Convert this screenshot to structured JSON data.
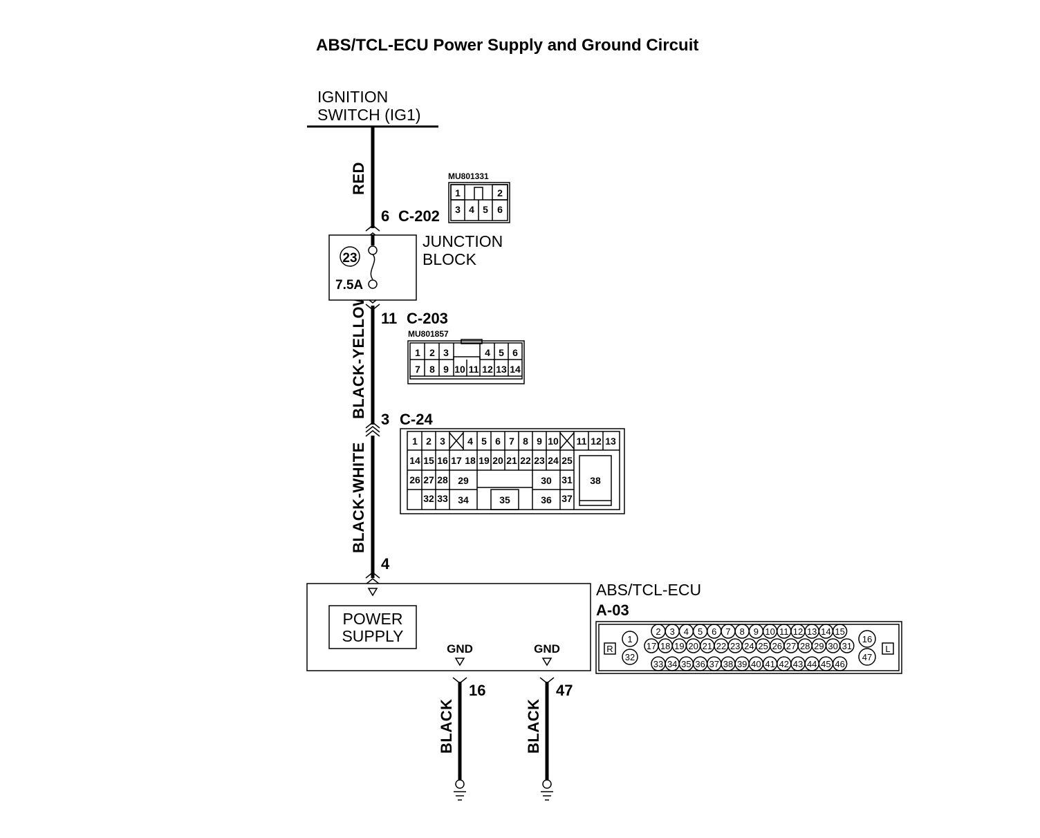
{
  "title": "ABS/TCL-ECU Power Supply and Ground Circuit",
  "ignition": {
    "line1": "IGNITION",
    "line2": "SWITCH (IG1)"
  },
  "wires": {
    "w1": "RED",
    "w2": "BLACK-YELLOW",
    "w3": "BLACK-WHITE",
    "gnd1": "BLACK",
    "gnd2": "BLACK"
  },
  "c202": {
    "pin": "6",
    "name": "C-202",
    "part": "MU801331",
    "pins": [
      "1",
      "2",
      "3",
      "4",
      "5",
      "6"
    ]
  },
  "junction": {
    "line1": "JUNCTION",
    "line2": "BLOCK",
    "fuse_no": "23",
    "fuse_rating": "7.5A"
  },
  "c203": {
    "pin": "11",
    "name": "C-203",
    "part": "MU801857",
    "pins": [
      "1",
      "2",
      "3",
      "4",
      "5",
      "6",
      "7",
      "8",
      "9",
      "10",
      "11",
      "12",
      "13",
      "14"
    ]
  },
  "c24": {
    "pin": "3",
    "name": "C-24",
    "pins": [
      "1",
      "2",
      "3",
      "4",
      "5",
      "6",
      "7",
      "8",
      "9",
      "10",
      "11",
      "12",
      "13",
      "14",
      "15",
      "16",
      "17",
      "18",
      "19",
      "20",
      "21",
      "22",
      "23",
      "24",
      "25",
      "26",
      "27",
      "28",
      "29",
      "30",
      "31",
      "32",
      "33",
      "34",
      "35",
      "36",
      "37",
      "38"
    ]
  },
  "ecu_pin": "4",
  "ecu": {
    "name": "ABS/TCL-ECU",
    "connector": "A-03",
    "power_line1": "POWER",
    "power_line2": "SUPPLY",
    "gnd_label_1": "GND",
    "gnd_label_2": "GND",
    "gnd_pin_1": "16",
    "gnd_pin_2": "47",
    "side_left": "R",
    "side_right": "L",
    "pins": [
      "1",
      "2",
      "3",
      "4",
      "5",
      "6",
      "7",
      "8",
      "9",
      "10",
      "11",
      "12",
      "13",
      "14",
      "15",
      "16",
      "17",
      "18",
      "19",
      "20",
      "21",
      "22",
      "23",
      "24",
      "25",
      "26",
      "27",
      "28",
      "29",
      "30",
      "31",
      "32",
      "33",
      "34",
      "35",
      "36",
      "37",
      "38",
      "39",
      "40",
      "41",
      "42",
      "43",
      "44",
      "45",
      "46",
      "47"
    ]
  }
}
